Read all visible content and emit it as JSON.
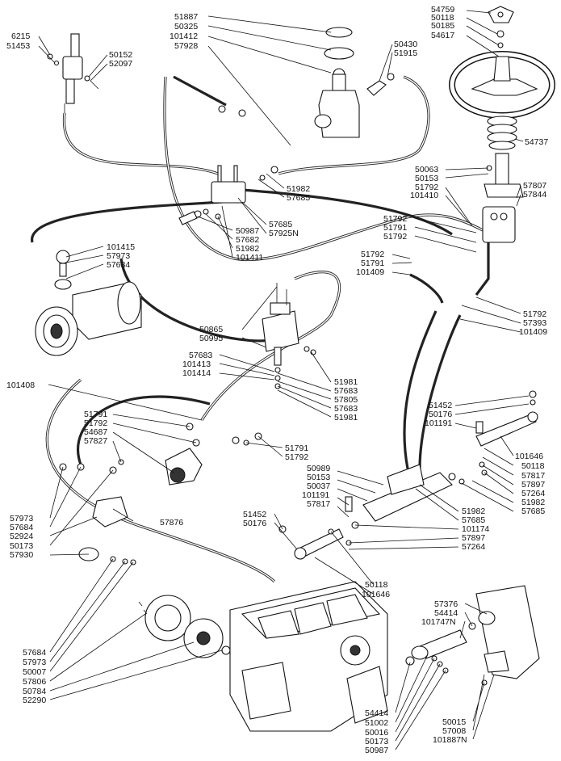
{
  "labels": [
    {
      "text": "51887"
    },
    {
      "text": "50325"
    },
    {
      "text": "101412"
    },
    {
      "text": "57928"
    },
    {
      "text": "6215"
    },
    {
      "text": "51453"
    },
    {
      "text": "50152"
    },
    {
      "text": "52097"
    },
    {
      "text": "50430"
    },
    {
      "text": "51915"
    },
    {
      "text": "54759"
    },
    {
      "text": "50118"
    },
    {
      "text": "50185"
    },
    {
      "text": "54617"
    },
    {
      "text": "54737"
    },
    {
      "text": "50063"
    },
    {
      "text": "50153"
    },
    {
      "text": "51792"
    },
    {
      "text": "101410"
    },
    {
      "text": "57807"
    },
    {
      "text": "57844"
    },
    {
      "text": "51982"
    },
    {
      "text": "57685"
    },
    {
      "text": "57685"
    },
    {
      "text": "57925N"
    },
    {
      "text": "50987"
    },
    {
      "text": "57682"
    },
    {
      "text": "51982"
    },
    {
      "text": "101411"
    },
    {
      "text": "51792"
    },
    {
      "text": "51791"
    },
    {
      "text": "51792"
    },
    {
      "text": "51792"
    },
    {
      "text": "51791"
    },
    {
      "text": "101409"
    },
    {
      "text": "101415"
    },
    {
      "text": "57973"
    },
    {
      "text": "57684"
    },
    {
      "text": "51792"
    },
    {
      "text": "57393"
    },
    {
      "text": "101409"
    },
    {
      "text": "50865"
    },
    {
      "text": "50995"
    },
    {
      "text": "57683"
    },
    {
      "text": "101413"
    },
    {
      "text": "101414"
    },
    {
      "text": "51981"
    },
    {
      "text": "57683"
    },
    {
      "text": "57805"
    },
    {
      "text": "57683"
    },
    {
      "text": "51981"
    },
    {
      "text": "101408"
    },
    {
      "text": "51791"
    },
    {
      "text": "51792"
    },
    {
      "text": "54687"
    },
    {
      "text": "57827"
    },
    {
      "text": "51791"
    },
    {
      "text": "51792"
    },
    {
      "text": "51452"
    },
    {
      "text": "50176"
    },
    {
      "text": "101191"
    },
    {
      "text": "101646"
    },
    {
      "text": "50118"
    },
    {
      "text": "57817"
    },
    {
      "text": "57897"
    },
    {
      "text": "57264"
    },
    {
      "text": "51982"
    },
    {
      "text": "57685"
    },
    {
      "text": "50989"
    },
    {
      "text": "50153"
    },
    {
      "text": "50037"
    },
    {
      "text": "101191"
    },
    {
      "text": "57817"
    },
    {
      "text": "51452"
    },
    {
      "text": "50176"
    },
    {
      "text": "51982"
    },
    {
      "text": "57685"
    },
    {
      "text": "101174"
    },
    {
      "text": "57897"
    },
    {
      "text": "57264"
    },
    {
      "text": "57876"
    },
    {
      "text": "57973"
    },
    {
      "text": "57684"
    },
    {
      "text": "52924"
    },
    {
      "text": "50173"
    },
    {
      "text": "57930"
    },
    {
      "text": "50118"
    },
    {
      "text": "101646"
    },
    {
      "text": "57376"
    },
    {
      "text": "54414"
    },
    {
      "text": "101747N"
    },
    {
      "text": "57684"
    },
    {
      "text": "57973"
    },
    {
      "text": "50007"
    },
    {
      "text": "57806"
    },
    {
      "text": "50784"
    },
    {
      "text": "52290"
    },
    {
      "text": "54414"
    },
    {
      "text": "51002"
    },
    {
      "text": "50016"
    },
    {
      "text": "50173"
    },
    {
      "text": "50987"
    },
    {
      "text": "50015"
    },
    {
      "text": "57008"
    },
    {
      "text": "101887N"
    }
  ]
}
